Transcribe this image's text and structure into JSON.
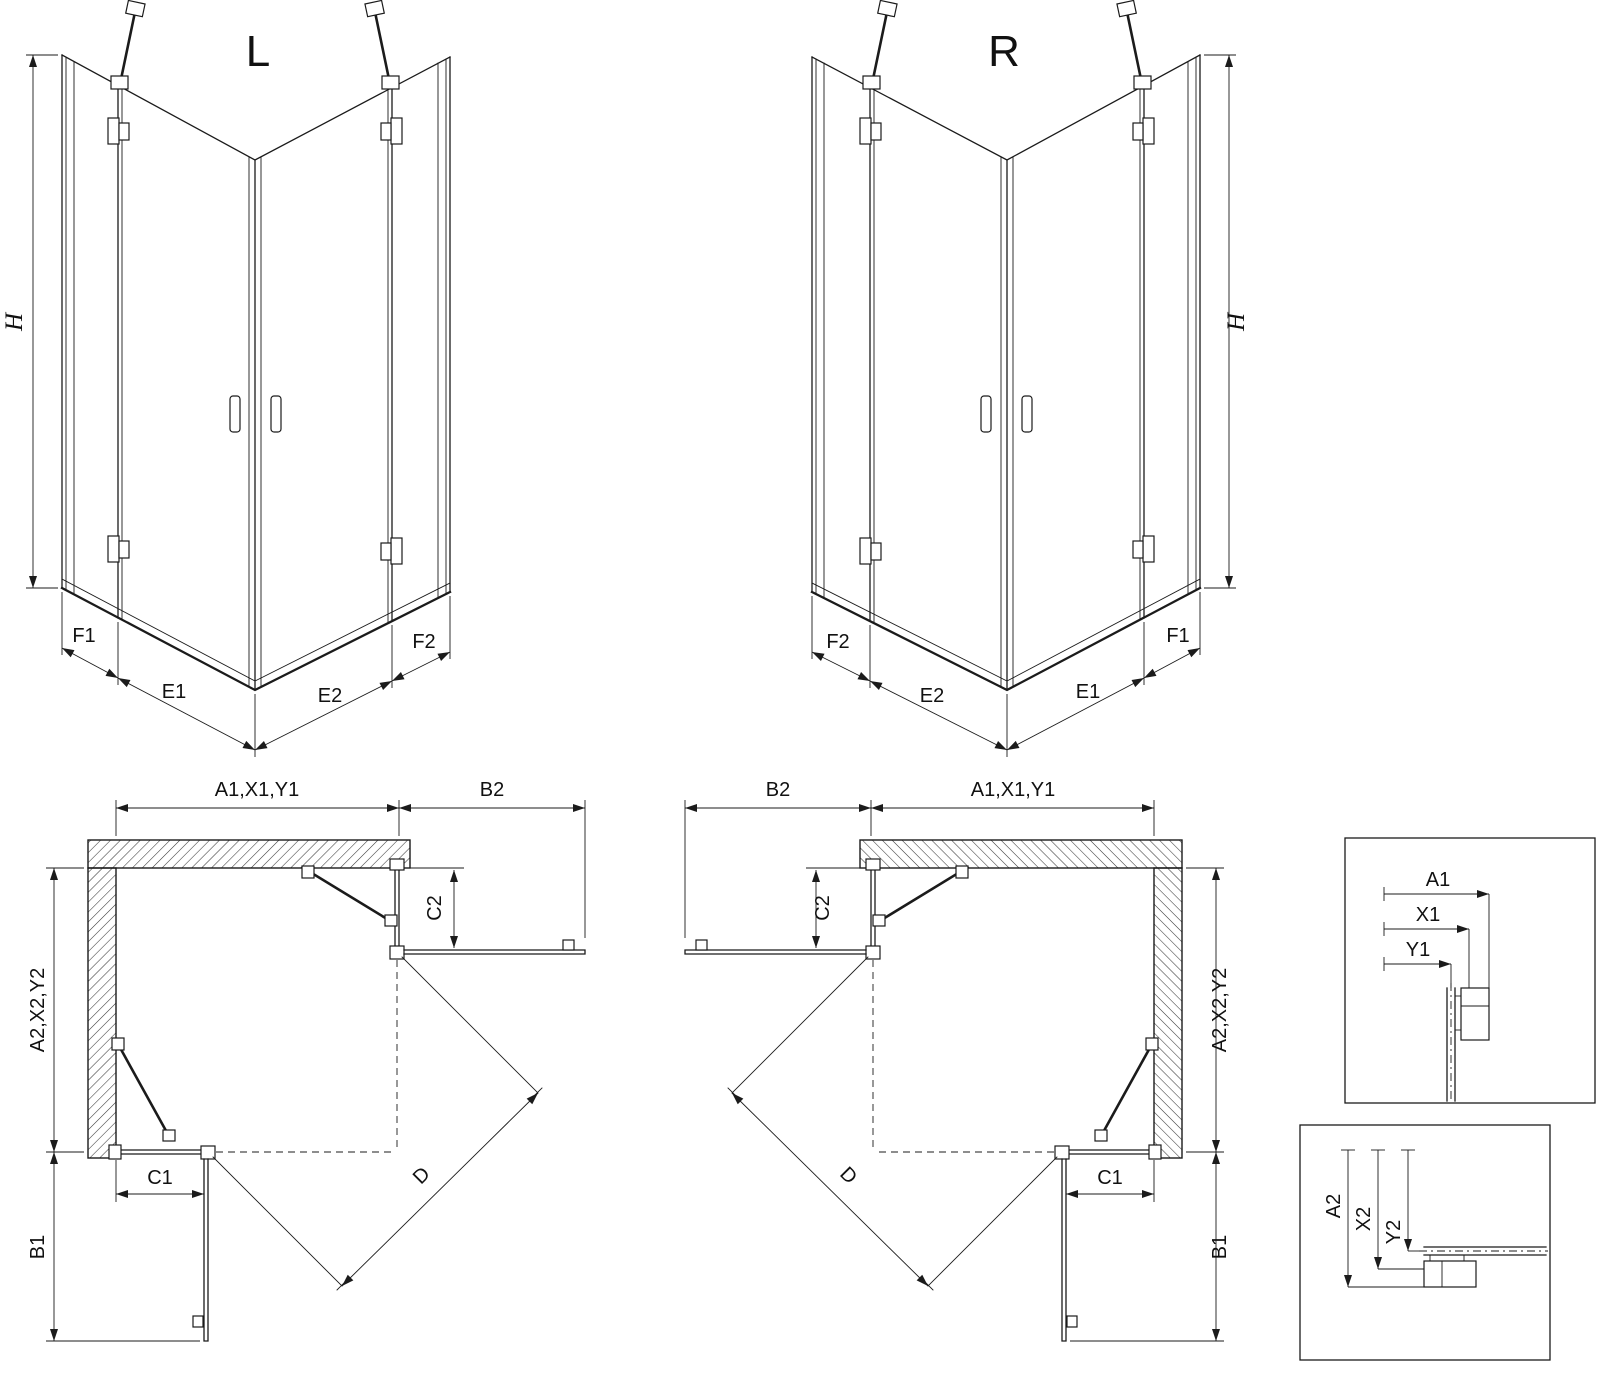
{
  "diagram": {
    "titles": {
      "left": "L",
      "right": "R"
    },
    "labels": {
      "height": "H",
      "f1": "F1",
      "e1": "E1",
      "e2": "E2",
      "f2": "F2",
      "width_top": "A1,X1,Y1",
      "depth_side": "A2,X2,Y2",
      "b1": "B1",
      "b2": "B2",
      "c1": "C1",
      "c2": "C2",
      "d": "D",
      "a1": "A1",
      "x1": "X1",
      "y1": "Y1",
      "a2": "A2",
      "x2": "X2",
      "y2": "Y2"
    }
  }
}
